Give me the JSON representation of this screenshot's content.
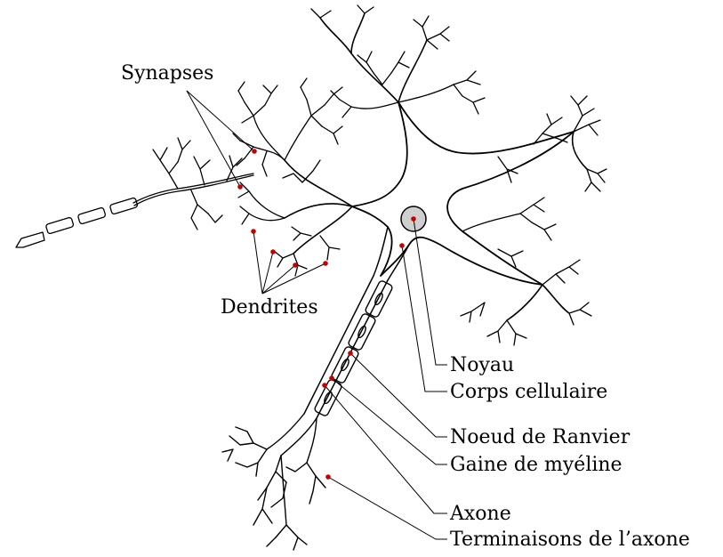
{
  "diagram": {
    "labels": {
      "synapses": "Synapses",
      "dendrites": "Dendrites",
      "noyau": "Noyau",
      "corps_cellulaire": "Corps cellulaire",
      "noeud_ranvier": "Noeud de Ranvier",
      "gaine_myeline": "Gaine de myéline",
      "axone": "Axone",
      "terminaisons": "Terminaisons de l’axone"
    },
    "colors": {
      "stroke": "#000000",
      "marker": "#c40000",
      "nucleus_fill": "#cfcfcf",
      "background": "#ffffff"
    }
  }
}
